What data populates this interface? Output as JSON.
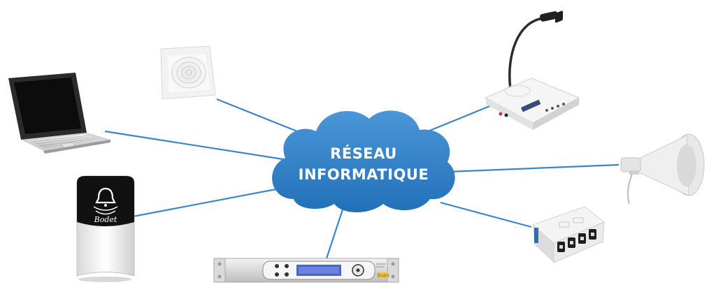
{
  "title": "",
  "network": {
    "line1": "RÉSEAU",
    "line2": "INFORMATIQUE"
  },
  "devices": {
    "laptop": "laptop-icon",
    "ceiling_speaker": "ceiling-speaker-icon",
    "microphone_desk": "desk-microphone-icon",
    "horn_speaker": "horn-speaker-icon",
    "control_box": "control-box-icon",
    "rack_unit": "rack-unit-icon",
    "bell_unit": "bell-unit-icon"
  },
  "rack_brand": "Bodet",
  "bell_brand": "Bodet",
  "colors": {
    "cloud": "#2f7fc7",
    "line": "#3a86c8"
  }
}
